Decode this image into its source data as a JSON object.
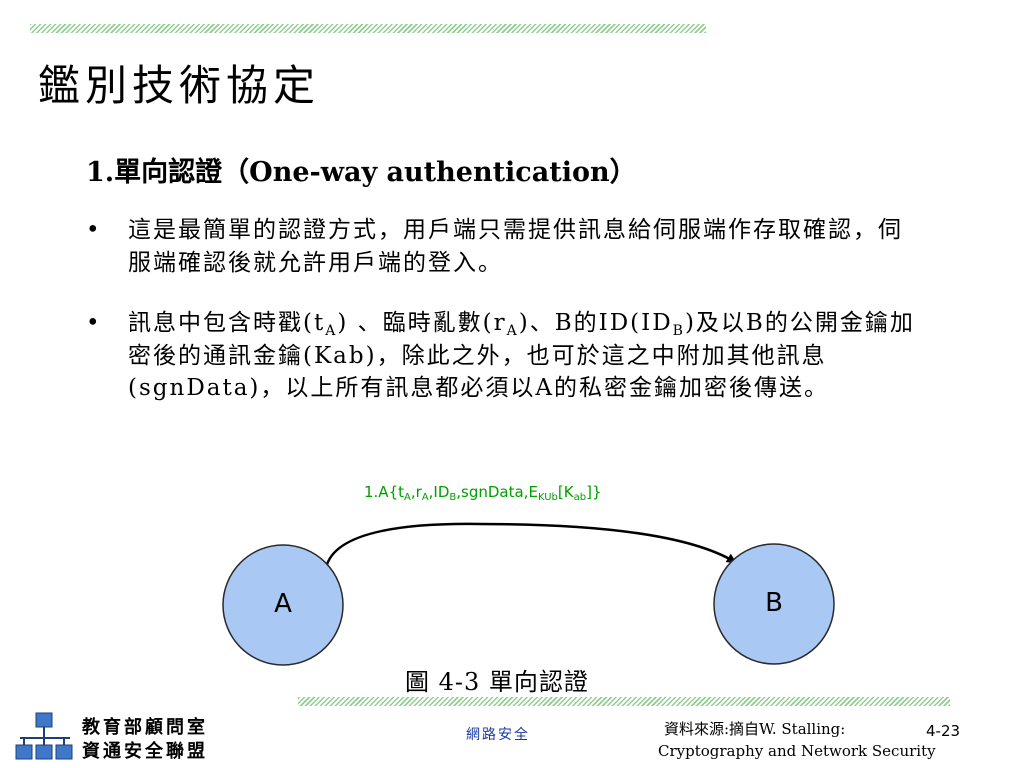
{
  "slide": {
    "title": "鑑別技術協定",
    "subtitle": "1.單向認證（One-way authentication）"
  },
  "bullets": [
    {
      "marker": "•",
      "text": "這是最簡單的認證方式，用戶端只需提供訊息給伺服端作存取確認，伺服端確認後就允許用戶端的登入。"
    },
    {
      "marker": "•",
      "parts": {
        "p1": "訊息中包含時戳(t",
        "s1": "A",
        "p2": ")  、臨時亂數(r",
        "s2": "A",
        "p3": ")、B的ID(ID",
        "s3": "B",
        "p4": ")及以B的公開金鑰加密後的通訊金鑰(Kab)，除此之外，也可於這之中附加其他訊息(sgnData)，以上所有訊息都必須以A的私密金鑰加密後傳送。"
      }
    }
  ],
  "diagram": {
    "message": {
      "p1": "1.A{t",
      "s1": "A",
      "p2": ",r",
      "s2": "A",
      "p3": ",ID",
      "s3": "B",
      "p4": ",sgnData,E",
      "s4": "KUb",
      "p5": "[K",
      "s5": "ab",
      "p6": "]}"
    },
    "nodes": [
      {
        "label": "A"
      },
      {
        "label": "B"
      }
    ],
    "colors": {
      "node_fill": "#a9c8f4",
      "node_stroke": "#2a2a2a",
      "arrow": "#000000",
      "message_text": "#00a000"
    },
    "caption": "圖 4-3 單向認證"
  },
  "footer": {
    "org_line1": "教育部顧問室",
    "org_line2": "資通安全聯盟",
    "course": "網路安全",
    "source_line1": "資料來源:摘自W. Stalling:",
    "source_line2": "Cryptography and Network Security",
    "page": "4-23",
    "logo_icon": "network-blocks-icon"
  },
  "theme": {
    "hatch_color": "#8fcf8f"
  }
}
